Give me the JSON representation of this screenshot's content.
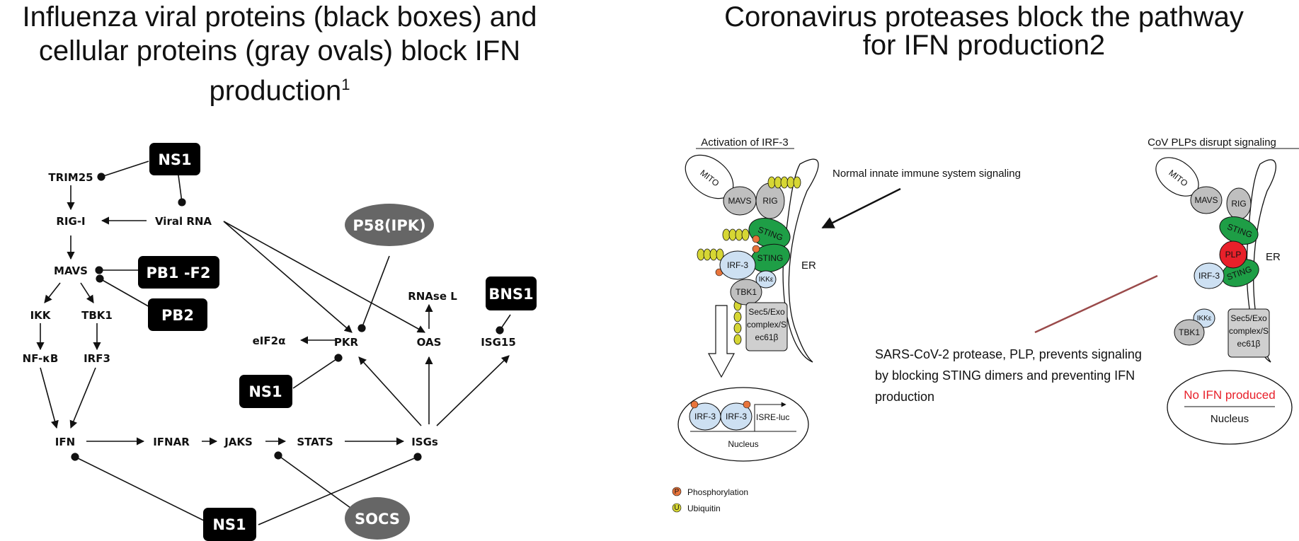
{
  "left_title": {
    "text": "Influenza viral proteins (black boxes) and cellular proteins (gray ovals) block IFN production",
    "sup": "1"
  },
  "right_title": {
    "line1": "Coronavirus proteases block the pathway",
    "line2": "for IFN production2"
  },
  "left_nodes": {
    "trim25": "TRIM25",
    "viral_rna": "Viral RNA",
    "rigi": "RIG-I",
    "mavs": "MAVS",
    "ikk": "IKK",
    "tbk1": "TBK1",
    "nfkb": "NF-κB",
    "irf3": "IRF3",
    "ifn": "IFN",
    "ifnar": "IFNAR",
    "jaks": "JAKS",
    "stats": "STATS",
    "isgs": "ISGs",
    "eif2a": "eIF2α",
    "pkr": "PKR",
    "oas": "OAS",
    "rnasel": "RNAse L",
    "isg15": "ISG15"
  },
  "left_blockers": {
    "ns1_top": "NS1",
    "pb1f2": "PB1 -F2",
    "pb2": "PB2",
    "p58ipk": "P58(IPK)",
    "bns1": "BNS1",
    "ns1_mid": "NS1",
    "ns1_bottom": "NS1",
    "socs": "SOCS"
  },
  "panel_a": {
    "header": "Activation of IRF-3",
    "mito": "MITO",
    "mavs": "MAVS",
    "rig": "RIG",
    "sting": "STING",
    "irf3": "IRF-3",
    "ikke": "IKKε",
    "tbk1": "TBK1",
    "er": "ER",
    "sec5": [
      "Sec5/Exo",
      "complex/S",
      "ec61β"
    ],
    "isre": "ISRE-luc",
    "nucleus": "Nucleus",
    "p": "P",
    "u": "U",
    "legend_phos": "Phosphorylation",
    "legend_ubiq": "Ubiquitin"
  },
  "normal_label": "Normal innate immune system signaling",
  "sars_note": [
    "SARS-CoV-2 protease, PLP, prevents signaling",
    "by blocking STING dimers and preventing IFN",
    "production"
  ],
  "panel_b": {
    "header": "CoV PLPs disrupt signaling",
    "mito": "MITO",
    "mavs": "MAVS",
    "rig": "RIG",
    "sting": "STING",
    "plp": "PLP",
    "irf3": "IRF-3",
    "ikke": "IKKε",
    "tbk1": "TBK1",
    "er": "ER",
    "sec5": [
      "Sec5/Exo",
      "complex/S",
      "ec61β"
    ],
    "no_ifn": "No IFN produced",
    "nucleus": "Nucleus"
  },
  "colors": {
    "black_box": "#000000",
    "gray_oval": "#666666",
    "sting_green": "#1e9e46",
    "plp_red": "#e8202a",
    "irf_blue": "#cde0f2",
    "ubiquitin": "#d6d634",
    "phospho": "#e8743b",
    "sars_line": "#9a4a4a",
    "no_ifn_red": "#e8202a"
  }
}
